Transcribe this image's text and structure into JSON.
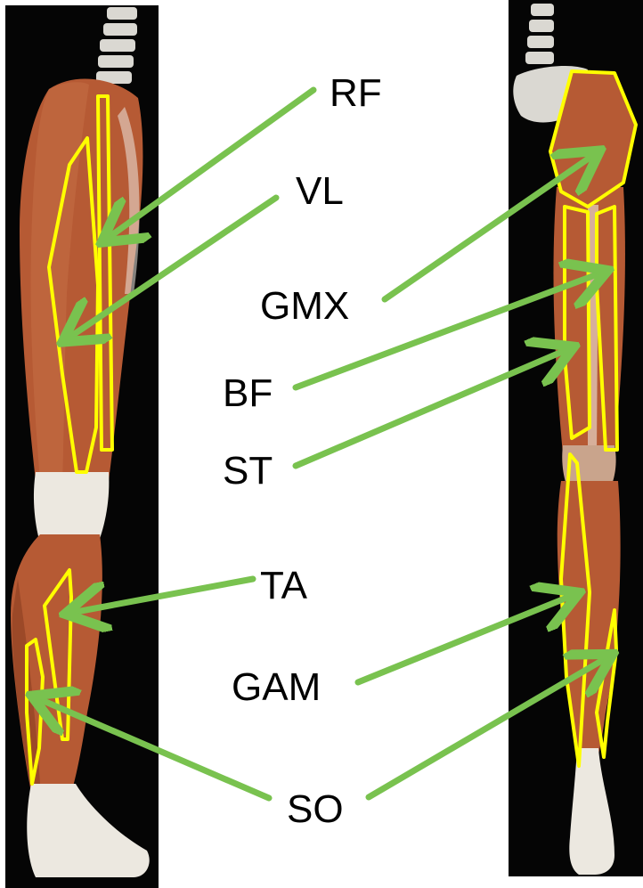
{
  "colors": {
    "outline": "#ffff00",
    "arrow": "#79c24f",
    "panel": "#050505",
    "muscle": "#b65a34",
    "muscle_dark": "#8a3e22",
    "bone": "#dad8d2",
    "tendon": "#ece8e0"
  },
  "labels": {
    "rf": "RF",
    "vl": "VL",
    "gmx": "GMX",
    "bf": "BF",
    "st": "ST",
    "ta": "TA",
    "gam": "GAM",
    "so": "SO"
  }
}
